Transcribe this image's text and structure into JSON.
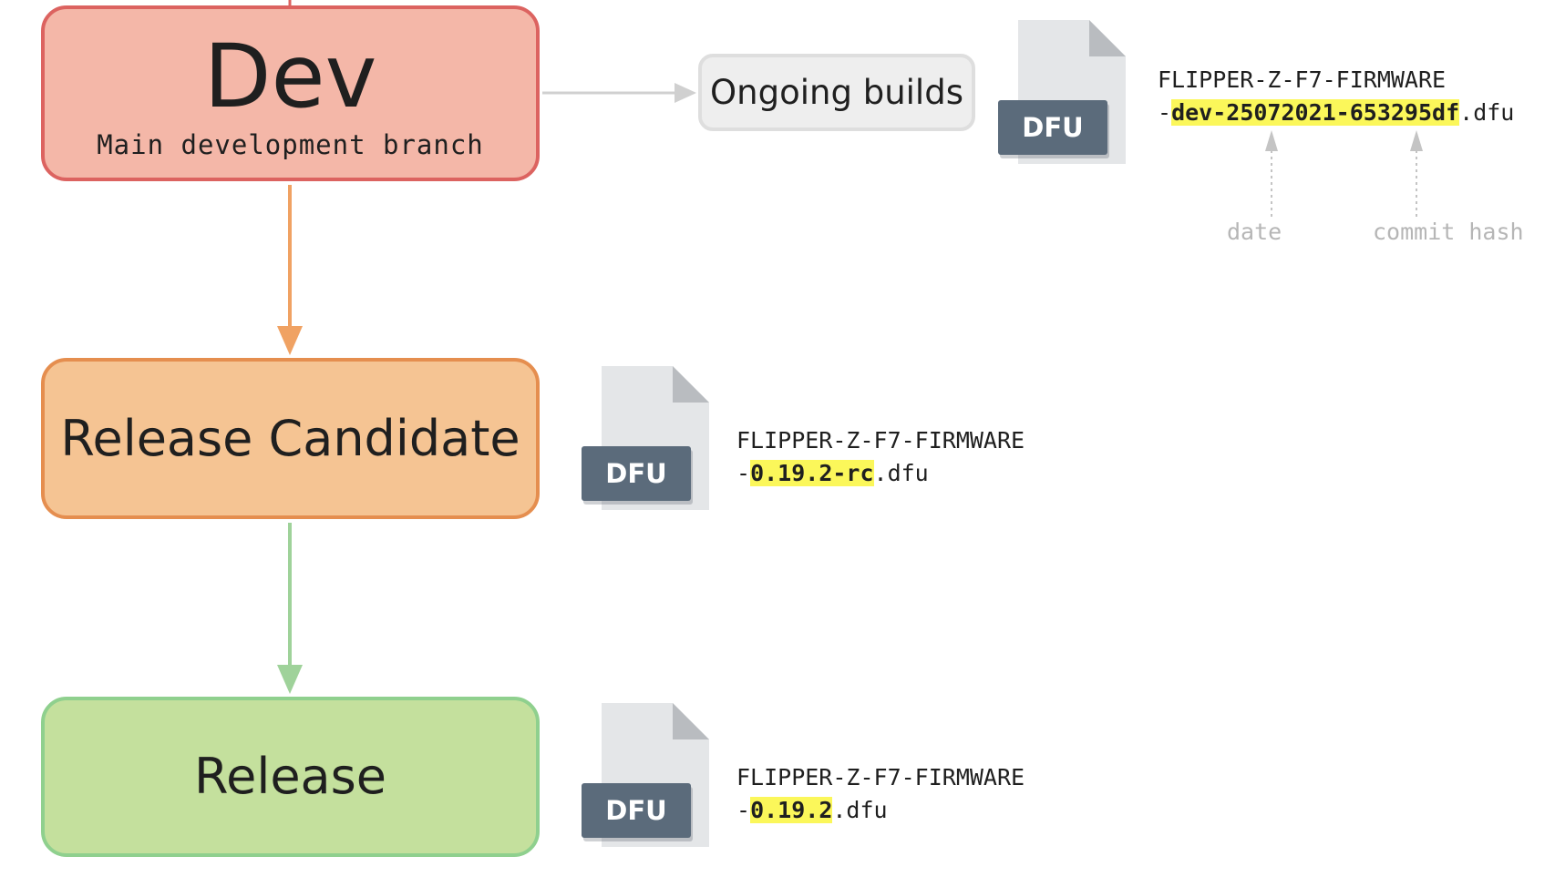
{
  "stages": {
    "dev": {
      "title": "Dev",
      "subtitle": "Main development branch"
    },
    "rc": {
      "title": "Release Candidate"
    },
    "release": {
      "title": "Release"
    }
  },
  "ongoing": {
    "label": "Ongoing builds"
  },
  "file_badge": "DFU",
  "files": {
    "dev": {
      "line1": "FLIPPER-Z-F7-FIRMWARE",
      "prefix": "-",
      "highlight": "dev-25072021-653295df",
      "suffix": ".dfu"
    },
    "rc": {
      "line1": "FLIPPER-Z-F7-FIRMWARE",
      "prefix": "-",
      "highlight": "0.19.2-rc",
      "suffix": ".dfu"
    },
    "release": {
      "line1": "FLIPPER-Z-F7-FIRMWARE",
      "prefix": "-",
      "highlight": "0.19.2",
      "suffix": ".dfu"
    }
  },
  "annotations": {
    "date": "date",
    "commit_hash": "commit hash"
  },
  "colors": {
    "dev_fill": "#f4b7a8",
    "dev_border": "#dc6360",
    "rc_fill": "#f5c493",
    "rc_border": "#e58e4f",
    "release_fill": "#c4e09d",
    "release_border": "#8fd08e",
    "highlight": "#fbf75a",
    "badge": "#5b6b7b"
  }
}
